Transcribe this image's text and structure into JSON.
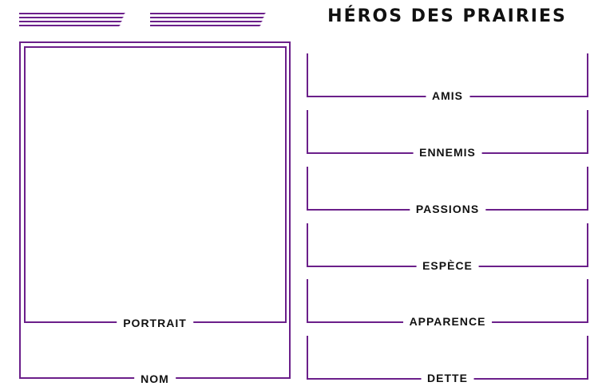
{
  "header": {
    "title": "HÉROS DES PRAIRIES"
  },
  "portrait": {
    "label": "PORTRAIT"
  },
  "name": {
    "label": "NOM"
  },
  "sections": [
    {
      "id": "amis",
      "label": "AMIS"
    },
    {
      "id": "ennemis",
      "label": "ENNEMIS"
    },
    {
      "id": "passions",
      "label": "PASSIONS"
    },
    {
      "id": "espece",
      "label": "ESPÈCE"
    },
    {
      "id": "apparence",
      "label": "APPARENCE"
    },
    {
      "id": "dette",
      "label": "DETTE"
    }
  ],
  "colors": {
    "accent": "#6b1f8a"
  }
}
